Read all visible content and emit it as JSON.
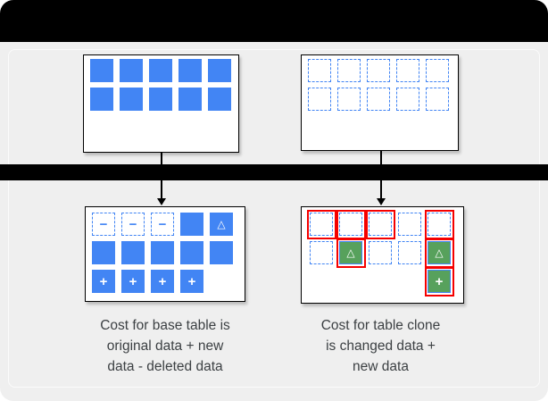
{
  "colors": {
    "bar": "#000000",
    "panel_bg": "#efefef",
    "box_bg": "#ffffff",
    "box_border": "#000000",
    "blue": "#4285f4",
    "green": "#57a15c",
    "red": "#f50000",
    "caption_text": "#3c4043"
  },
  "glyphs": {
    "minus": "−",
    "plus": "+",
    "triangle": "△"
  },
  "boxes": {
    "base_before": {
      "cells": [
        [
          "solid",
          "solid",
          "solid",
          "solid",
          "solid"
        ],
        [
          "solid",
          "solid",
          "solid",
          "solid",
          "solid"
        ]
      ]
    },
    "clone_before": {
      "cells": [
        [
          "dashed",
          "dashed",
          "dashed",
          "dashed",
          "dashed"
        ],
        [
          "dashed",
          "dashed",
          "dashed",
          "dashed",
          "dashed"
        ]
      ]
    },
    "base_after": {
      "cells": [
        [
          "dashed_minus",
          "dashed_minus",
          "dashed_minus",
          "solid",
          "solid_triangle"
        ],
        [
          "solid",
          "solid",
          "solid",
          "solid",
          "solid"
        ],
        [
          "solid_plus",
          "solid_plus",
          "solid_plus",
          "solid_plus",
          "empty"
        ]
      ]
    },
    "clone_after": {
      "cells": [
        [
          "dashed_red",
          "dashed_red",
          "dashed_red",
          "dashed",
          "dashed_red"
        ],
        [
          "dashed",
          "green_triangle_red",
          "dashed",
          "dashed",
          "green_triangle_red"
        ],
        [
          "empty",
          "empty",
          "empty",
          "empty",
          "green_plus_red"
        ]
      ]
    }
  },
  "captions": {
    "left": {
      "lines": [
        "Cost for base table is",
        "original data + new",
        "data - deleted data"
      ]
    },
    "right": {
      "lines": [
        "Cost for table clone",
        "is changed data +",
        "new data"
      ]
    }
  }
}
